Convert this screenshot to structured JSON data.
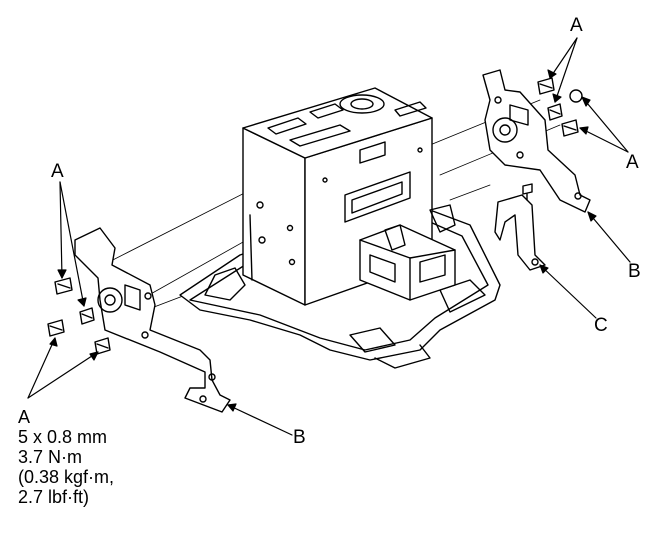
{
  "callouts": {
    "a_top_right": "A",
    "a_right": "A",
    "a_left_top": "A",
    "b_right": "B",
    "c_right": "C",
    "b_bottom": "B"
  },
  "spec": {
    "label": "A",
    "size": "5 x 0.8 mm",
    "torque_nm": "3.7 N·m",
    "torque_kgf": "(0.38 kgf·m,",
    "torque_lbf": "2.7 lbf·ft)"
  },
  "colors": {
    "line": "#000000",
    "paper": "#ffffff"
  }
}
